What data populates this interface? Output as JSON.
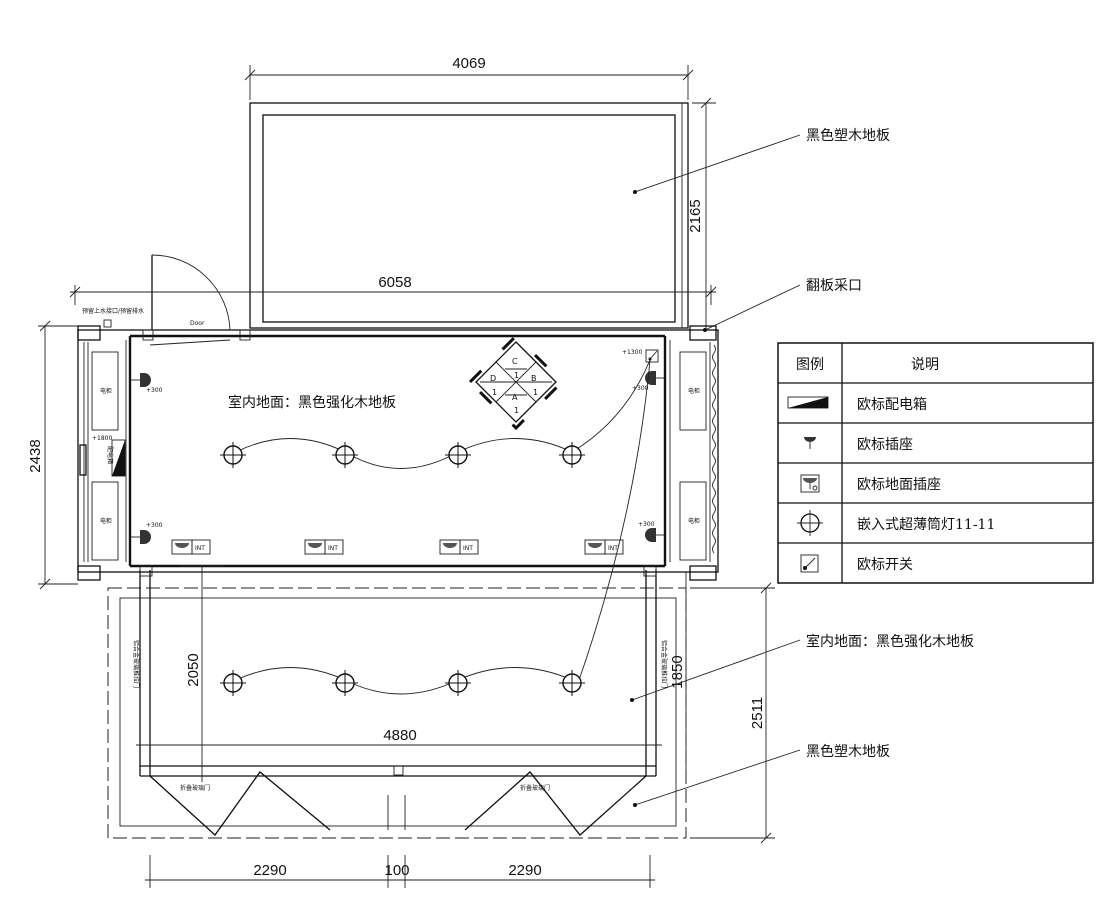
{
  "dimensions": {
    "top_width": "4069",
    "top_height": "2165",
    "container_length": "6058",
    "container_width": "2438",
    "deck_inner_width": "4880",
    "deck_room_depth": "2050",
    "deck_side_depth": "1850",
    "deck_total_depth": "2511",
    "bottom_left": "2290",
    "bottom_mid": "100",
    "bottom_right": "2290"
  },
  "callouts": {
    "top_floor": "黑色塑木地板",
    "flap_opening": "翻板采口",
    "deck_interior_floor": "室内地面：黑色强化木地板",
    "deck_floor": "黑色塑木地板"
  },
  "room": {
    "interior_floor": "室内地面：黑色强化木地板",
    "door_label": "Door",
    "top_left_note": "预留上水接口/预留排水",
    "cabinet_label": "电柜",
    "panel_label": "配电箱",
    "height_1800": "+1800",
    "height_300": "+300",
    "height_1300": "+1300",
    "int_label": "INT",
    "diamond": {
      "c": "C",
      "d": "D",
      "b": "B",
      "a": "A",
      "n": "1"
    }
  },
  "deck": {
    "side_door_left": "铝合金玻璃推拉门",
    "side_door_right": "铝合金玻璃推拉门",
    "fold_door_left": "折叠玻璃门",
    "fold_door_right": "折叠玻璃门"
  },
  "legend": {
    "header_symbol": "图例",
    "header_desc": "说明",
    "rows": [
      {
        "icon": "distribution-box-icon",
        "label": "欧标配电箱"
      },
      {
        "icon": "socket-icon",
        "label": "欧标插座"
      },
      {
        "icon": "floor-socket-icon",
        "label": "欧标地面插座"
      },
      {
        "icon": "downlight-icon",
        "label": "嵌入式超薄筒灯11-11"
      },
      {
        "icon": "switch-icon",
        "label": "欧标开关"
      }
    ]
  }
}
